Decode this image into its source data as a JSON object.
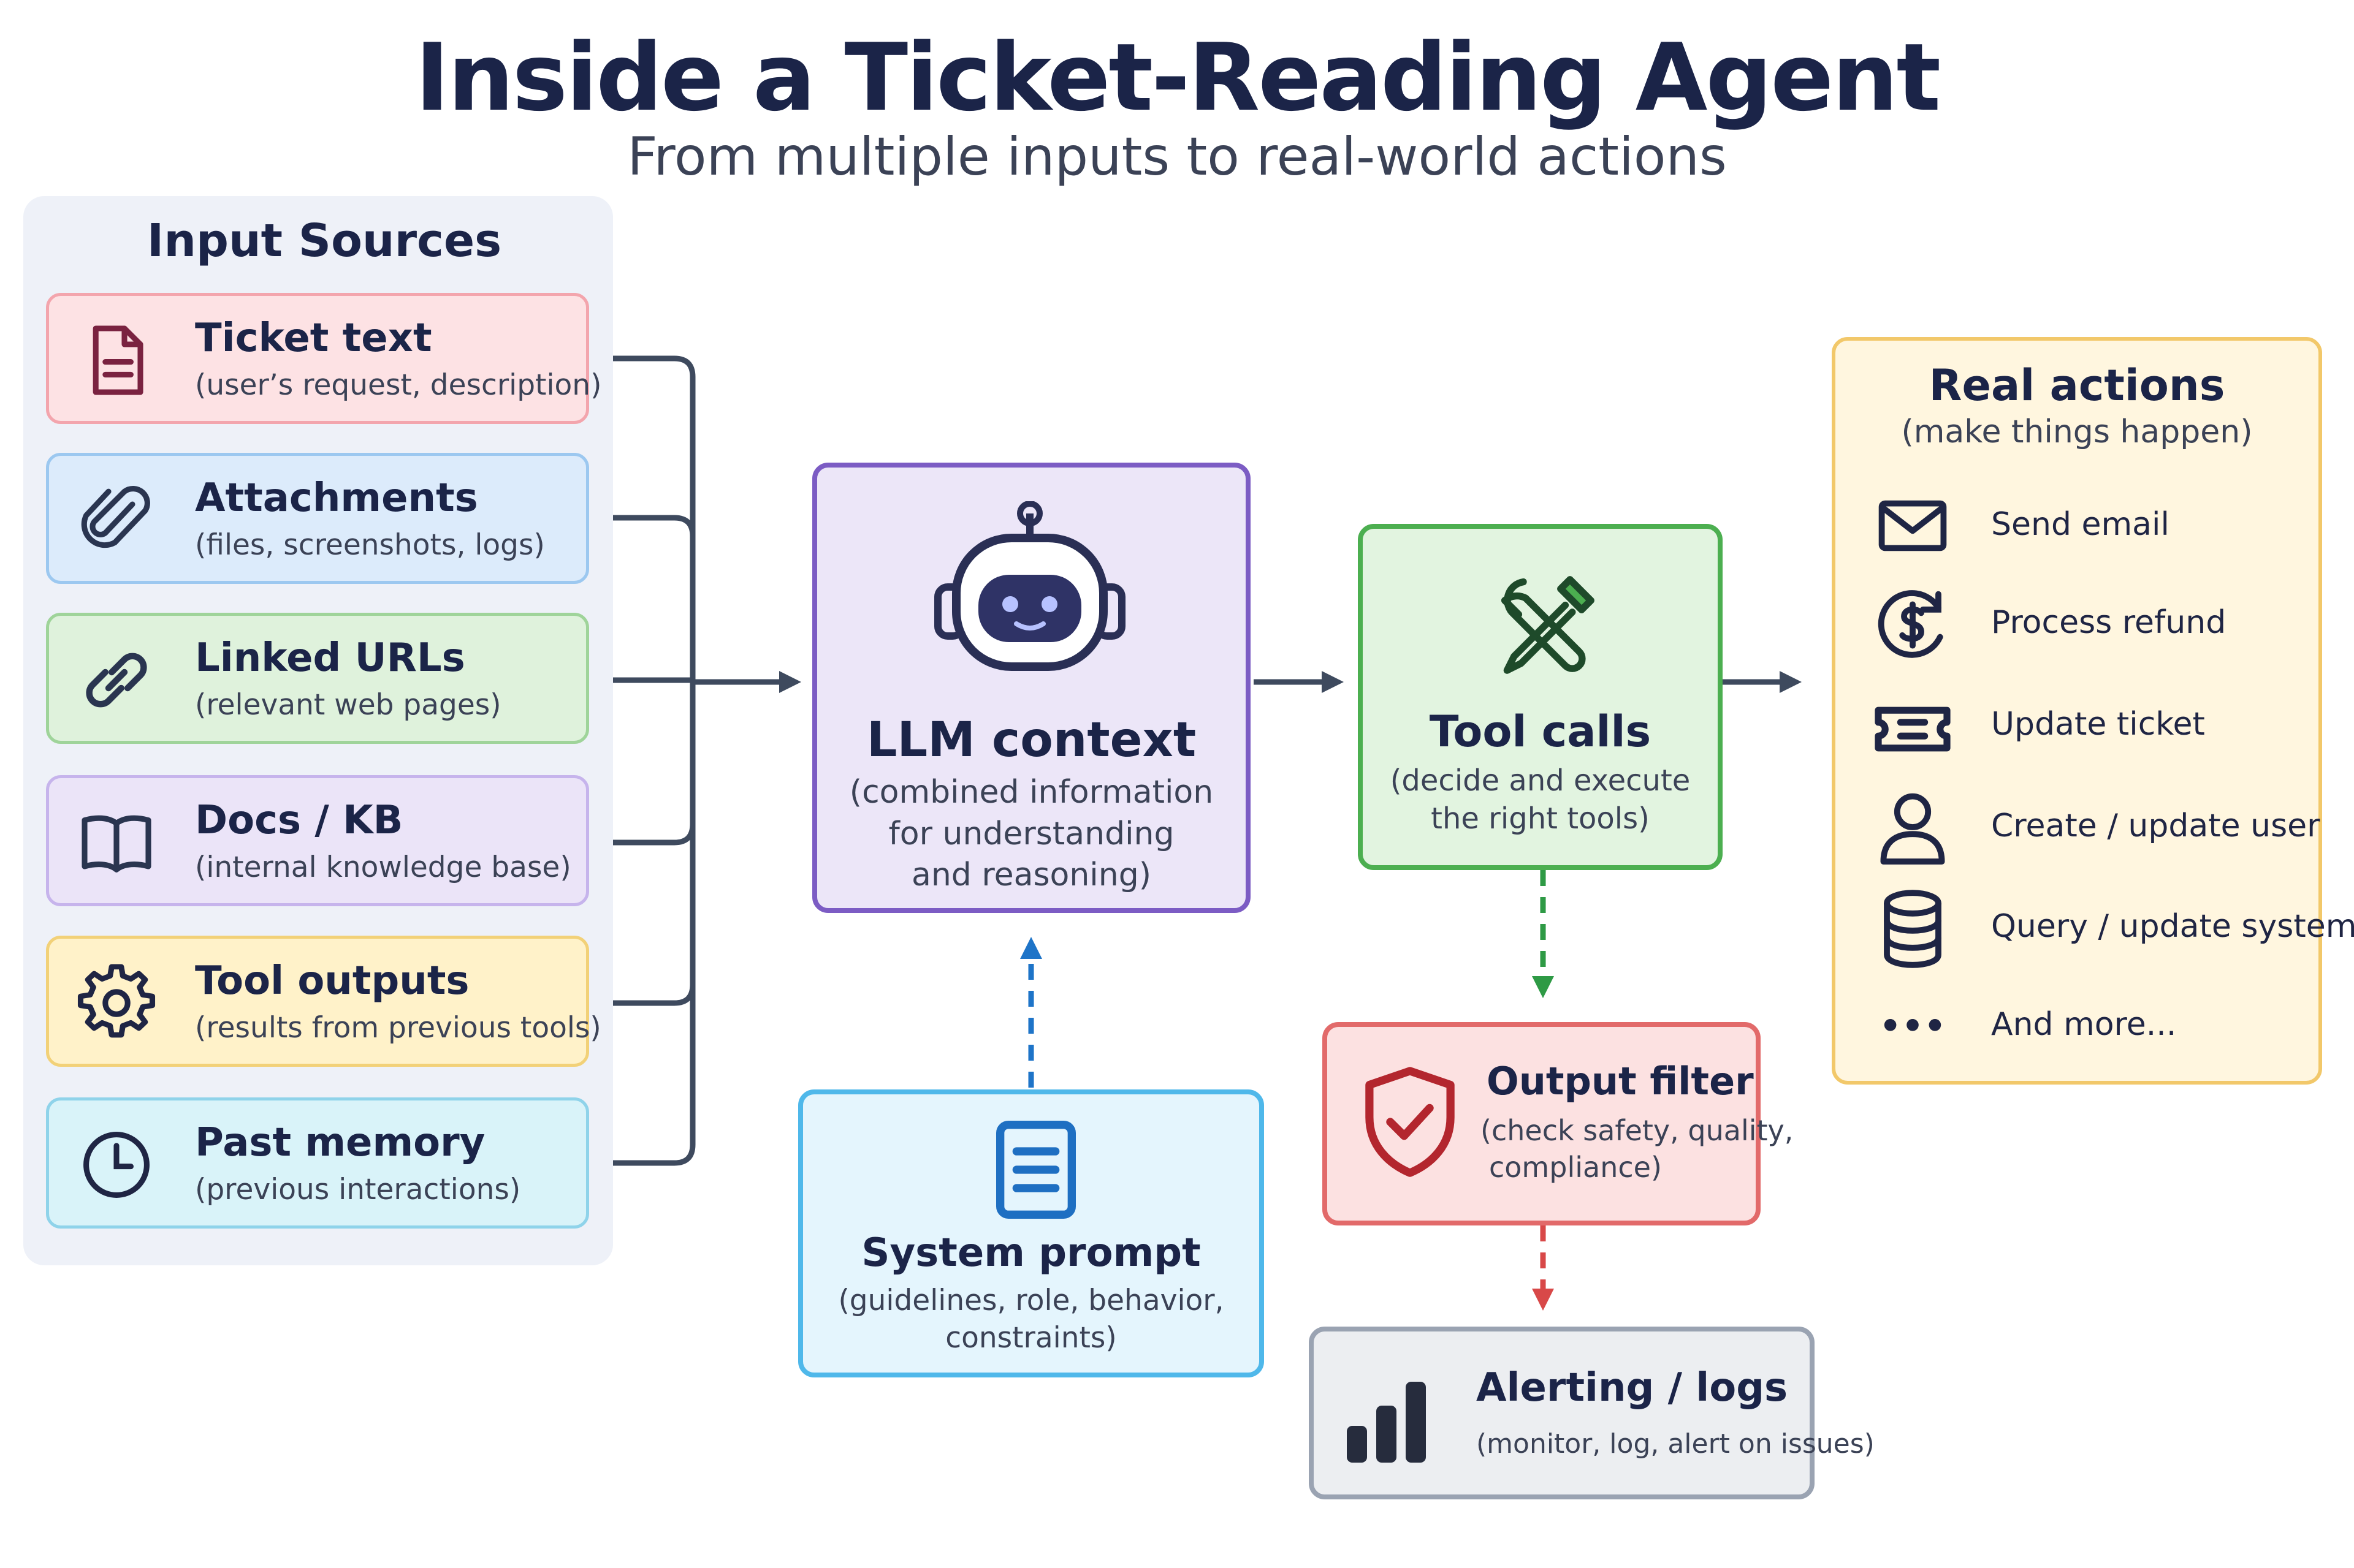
{
  "title": "Inside a Ticket-Reading Agent",
  "subtitle": "From multiple inputs to real-world actions",
  "input_sources": {
    "heading": "Input Sources",
    "items": [
      {
        "label": "Ticket text",
        "description": "(user’s request, description)",
        "icon": "document-icon",
        "color": "#fde2e4"
      },
      {
        "label": "Attachments",
        "description": "(files, screenshots, logs)",
        "icon": "paperclip-icon",
        "color": "#dcebfb"
      },
      {
        "label": "Linked URLs",
        "description": "(relevant web pages)",
        "icon": "link-icon",
        "color": "#dff2dc"
      },
      {
        "label": "Docs / KB",
        "description": "(internal knowledge base)",
        "icon": "book-icon",
        "color": "#ebe4f8"
      },
      {
        "label": "Tool outputs",
        "description": "(results from previous tools)",
        "icon": "gear-icon",
        "color": "#fff2c9"
      },
      {
        "label": "Past memory",
        "description": "(previous interactions)",
        "icon": "clock-icon",
        "color": "#d9f3f9"
      }
    ]
  },
  "llm_context": {
    "title": "LLM context",
    "description": [
      "(combined information",
      "for understanding",
      "and reasoning)"
    ],
    "icon": "robot-icon",
    "color": "#7c5cc4"
  },
  "tool_calls": {
    "title": "Tool calls",
    "description": [
      "(decide and execute",
      "the right tools)"
    ],
    "icon": "tools-icon",
    "color": "#4caf50"
  },
  "system_prompt": {
    "title": "System prompt",
    "description": [
      "(guidelines, role, behavior,",
      "constraints)"
    ],
    "icon": "document-lines-icon",
    "color": "#1e88d8"
  },
  "output_filter": {
    "title": "Output filter",
    "description": [
      "(check safety, quality,",
      "compliance)"
    ],
    "icon": "shield-check-icon",
    "color": "#e05a5a"
  },
  "alerting": {
    "title": "Alerting / logs",
    "description": "(monitor, log, alert on issues)",
    "icon": "bar-chart-icon"
  },
  "real_actions": {
    "title": "Real actions",
    "subtitle": "(make things happen)",
    "items": [
      {
        "label": "Send email",
        "icon": "envelope-icon"
      },
      {
        "label": "Process refund",
        "icon": "dollar-circle-icon"
      },
      {
        "label": "Update ticket",
        "icon": "ticket-icon"
      },
      {
        "label": "Create / update user",
        "icon": "user-icon"
      },
      {
        "label": "Query / update systems",
        "icon": "database-icon"
      },
      {
        "label": "And more...",
        "icon": "ellipsis-icon"
      }
    ]
  }
}
